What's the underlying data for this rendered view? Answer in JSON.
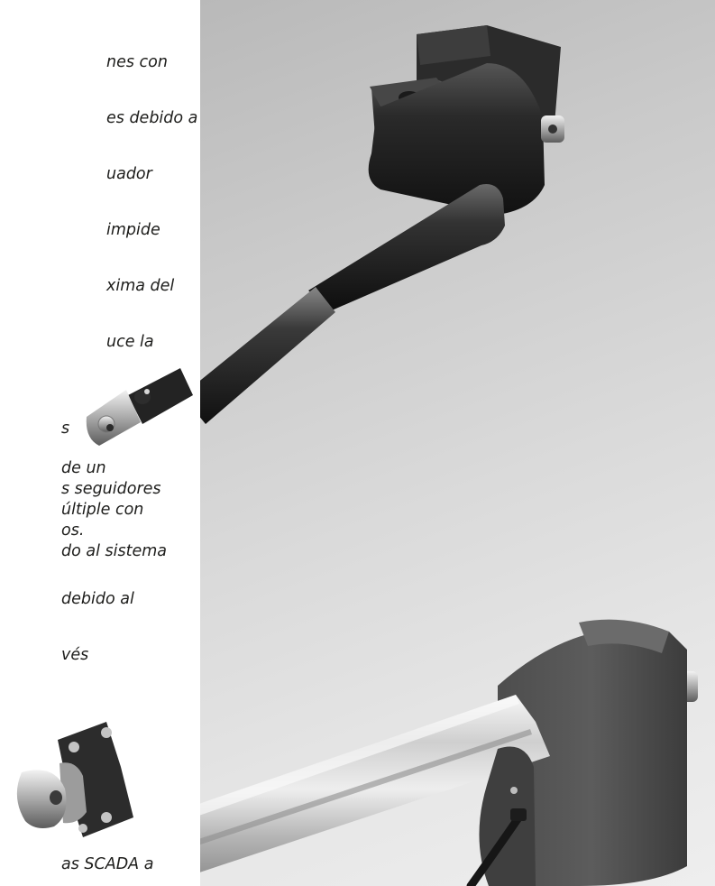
{
  "text_fragments": [
    "nes con",
    "es debido a",
    "uador",
    "impide",
    "xima del",
    "uce la",
    "s",
    "de un",
    "s seguidores",
    "últiple con",
    "os.",
    "do al sistema",
    "debido al",
    "vés",
    "as SCADA a"
  ]
}
